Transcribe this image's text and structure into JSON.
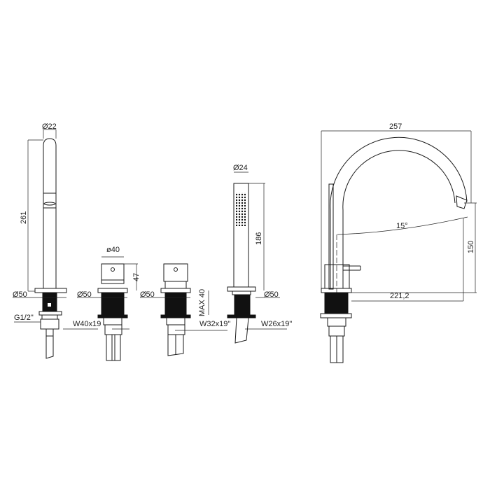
{
  "labels": {
    "stick_diameter": "Ø22",
    "stick_height": "261",
    "stick_base": "Ø50",
    "stick_thread": "G1/2\"",
    "valve1_diameter": "ø40",
    "valve1_height": "47",
    "valve1_base": "Ø50",
    "valve1_key": "W40x19",
    "valve2_base": "Ø50",
    "valve2_max": "MAX 40",
    "valve2_key": "W32x19\"",
    "shower_diameter": "Ø24",
    "shower_height": "186",
    "shower_base": "Ø50",
    "shower_key": "W26x19\"",
    "tap_width": "257",
    "tap_height": "150",
    "tap_reach": "221,2",
    "tap_angle": "15°"
  },
  "colors": {
    "line": "#1a1a1a",
    "fill": "#111111",
    "background": "#ffffff"
  }
}
